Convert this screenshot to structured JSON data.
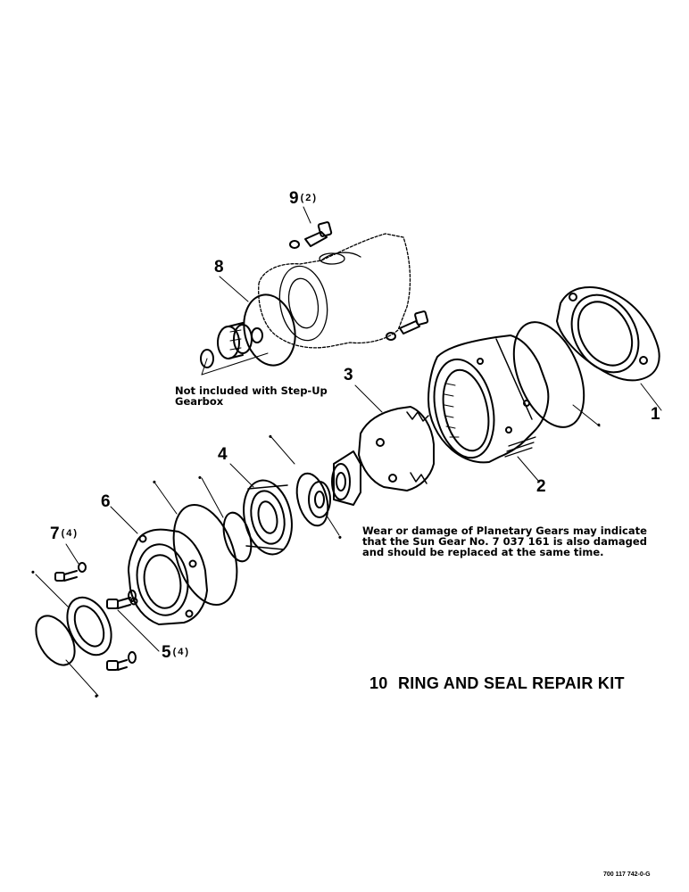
{
  "callouts": [
    {
      "id": "1",
      "num": "1",
      "qty": ""
    },
    {
      "id": "2",
      "num": "2",
      "qty": ""
    },
    {
      "id": "3",
      "num": "3",
      "qty": ""
    },
    {
      "id": "4",
      "num": "4",
      "qty": ""
    },
    {
      "id": "5",
      "num": "5",
      "qty": "(4)"
    },
    {
      "id": "6",
      "num": "6",
      "qty": ""
    },
    {
      "id": "7",
      "num": "7",
      "qty": "(4)"
    },
    {
      "id": "8",
      "num": "8",
      "qty": ""
    },
    {
      "id": "9",
      "num": "9",
      "qty": "(2)"
    }
  ],
  "notes": {
    "step_up": "Not included with Step-Up\nGearbox",
    "planetary": "Wear or damage of Planetary Gears may indicate\nthat the Sun Gear No. 7 037 161 is also damaged\nand should be replaced at the same time."
  },
  "kit": {
    "num": "10",
    "label": "RING AND SEAL REPAIR KIT"
  },
  "kit_marker": "•",
  "figure_code": "700 117 742-0-G"
}
